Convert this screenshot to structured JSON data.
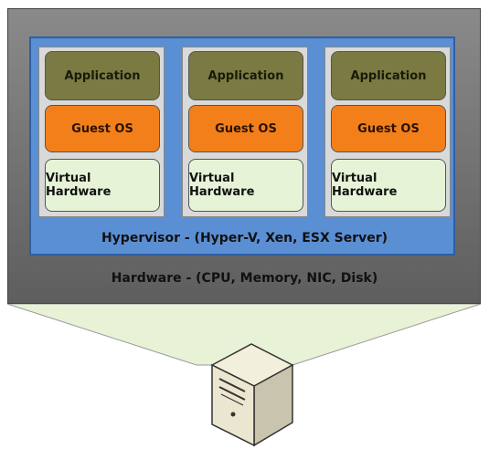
{
  "vms": [
    {
      "application": "Application",
      "guest_os": "Guest OS",
      "virtual_hardware": "Virtual Hardware"
    },
    {
      "application": "Application",
      "guest_os": "Guest OS",
      "virtual_hardware": "Virtual Hardware"
    },
    {
      "application": "Application",
      "guest_os": "Guest OS",
      "virtual_hardware": "Virtual Hardware"
    }
  ],
  "hypervisor_label": "Hypervisor - (Hyper-V, Xen, ESX Server)",
  "hardware_label": "Hardware  - (CPU, Memory, NIC, Disk)",
  "icons": [
    "server-icon"
  ],
  "colors": {
    "hardware": "#6e6e6e",
    "hypervisor": "#5b8fd4",
    "application": "#7a7a42",
    "guest_os": "#f37f1a",
    "virtual_hardware": "#e6f3d7",
    "beam": "#e8f2d6"
  }
}
